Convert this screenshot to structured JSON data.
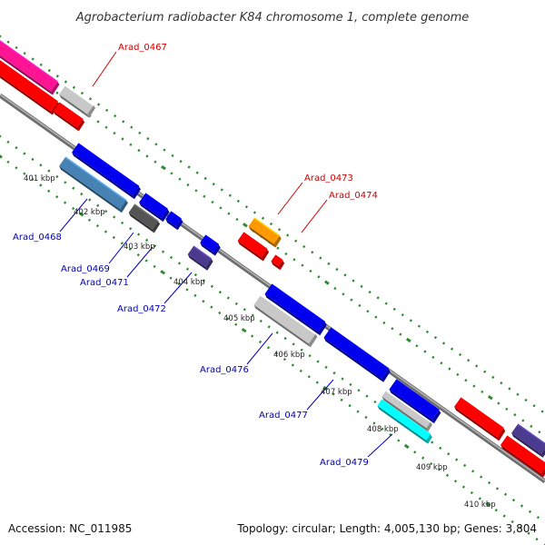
{
  "title": "Agrobacterium radiobacter K84 chromosome 1, complete genome",
  "footer": {
    "accession": "Accession: NC_011985",
    "summary": "Topology: circular; Length: 4,005,130 bp; Genes: 3,804"
  },
  "colors": {
    "backbone": "#8a8a8a",
    "tick": "#2e8b2e",
    "label_forward": "#cc0000",
    "label_reverse": "#0000bb"
  },
  "kbp_ticks": [
    "401 kbp",
    "402 kbp",
    "403 kbp",
    "404 kbp",
    "405 kbp",
    "406 kbp",
    "407 kbp",
    "408 kbp",
    "409 kbp",
    "410 kbp"
  ],
  "gene_labels": [
    {
      "id": "arad-0467",
      "text": "Arad_0467",
      "strand": "forward"
    },
    {
      "id": "arad-0468",
      "text": "Arad_0468",
      "strand": "reverse"
    },
    {
      "id": "arad-0469",
      "text": "Arad_0469",
      "strand": "reverse"
    },
    {
      "id": "arad-0471",
      "text": "Arad_0471",
      "strand": "reverse"
    },
    {
      "id": "arad-0472",
      "text": "Arad_0472",
      "strand": "reverse"
    },
    {
      "id": "arad-0473",
      "text": "Arad_0473",
      "strand": "forward"
    },
    {
      "id": "arad-0474",
      "text": "Arad_0474",
      "strand": "forward"
    },
    {
      "id": "arad-0476",
      "text": "Arad_0476",
      "strand": "reverse"
    },
    {
      "id": "arad-0477",
      "text": "Arad_0477",
      "strand": "reverse"
    },
    {
      "id": "arad-0479",
      "text": "Arad_0479",
      "strand": "reverse"
    }
  ]
}
